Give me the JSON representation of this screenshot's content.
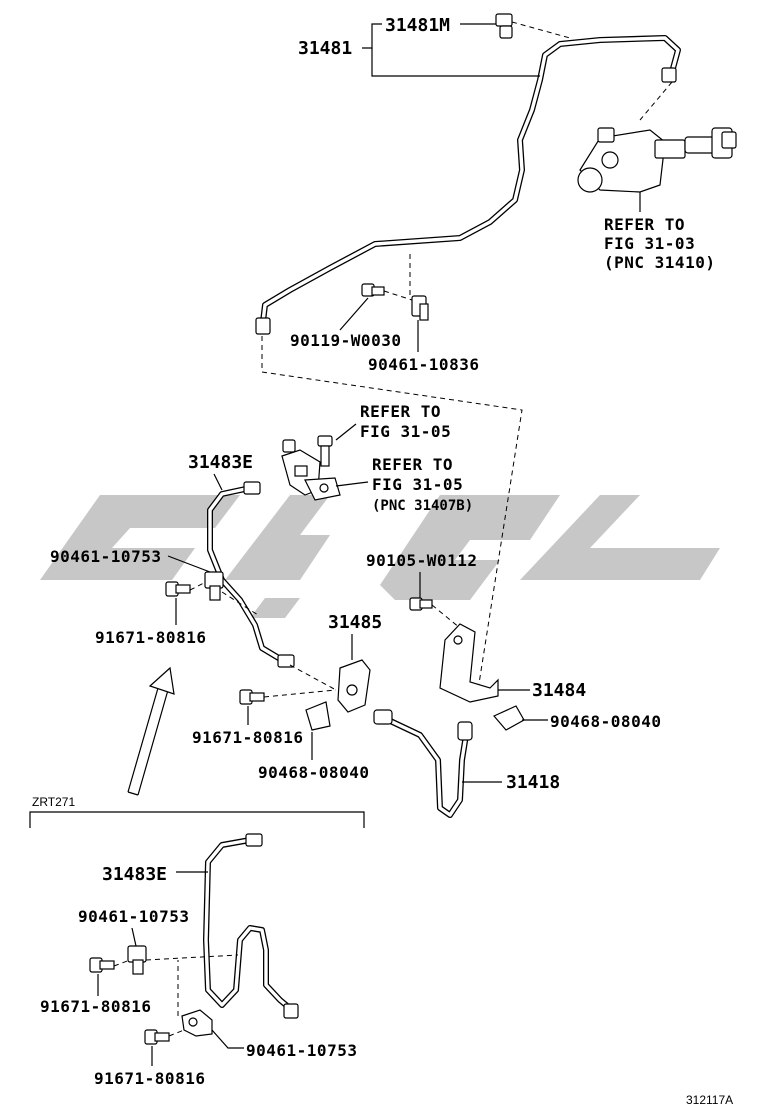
{
  "diagram": {
    "watermark": "ﻗﻔﻠ",
    "labels": {
      "p31481M": "31481M",
      "p31481": "31481",
      "refer_3103_l1": "REFER TO",
      "refer_3103_l2": "FIG 31-03",
      "refer_3103_l3": "(PNC 31410)",
      "p90119": "90119-W0030",
      "p90461_10836": "90461-10836",
      "refer_3105a_l1": "REFER TO",
      "refer_3105a_l2": "FIG 31-05",
      "refer_3105b_l1": "REFER TO",
      "refer_3105b_l2": "FIG 31-05",
      "refer_3105b_l3": "(PNC 31407B)",
      "p31483E_top": "31483E",
      "p90461_10753_top": "90461-10753",
      "p90105": "90105-W0112",
      "p91671_a": "91671-80816",
      "p31485": "31485",
      "p31484": "31484",
      "p91671_b": "91671-80816",
      "p90468_right": "90468-08040",
      "p90468_mid": "90468-08040",
      "p31418": "31418",
      "zrt": "ZRT271",
      "p31483E_bot": "31483E",
      "p90461_10753_b1": "90461-10753",
      "p91671_c": "91671-80816",
      "p90461_10753_b2": "90461-10753",
      "p91671_d": "91671-80816",
      "figure_id": "312117A"
    }
  }
}
